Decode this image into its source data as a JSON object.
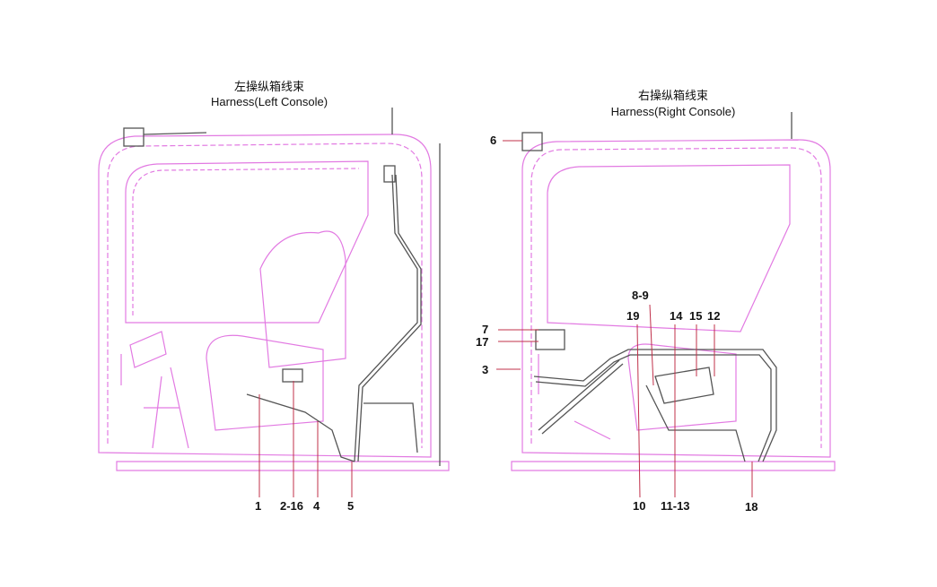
{
  "left_panel": {
    "title_cn": "左操纵箱线束",
    "title_en": "Harness(Left Console)",
    "callouts": [
      "1",
      "2-16",
      "4",
      "5"
    ]
  },
  "right_panel": {
    "title_cn": "右操纵箱线束",
    "title_en": "Harness(Right Console)",
    "callouts": [
      "6",
      "8-9",
      "19",
      "14",
      "15",
      "12",
      "7",
      "17",
      "3",
      "10",
      "11-13",
      "18"
    ]
  },
  "colors": {
    "outline": "#e27ae2",
    "harness": "#555555",
    "leader": "#c0304a"
  }
}
